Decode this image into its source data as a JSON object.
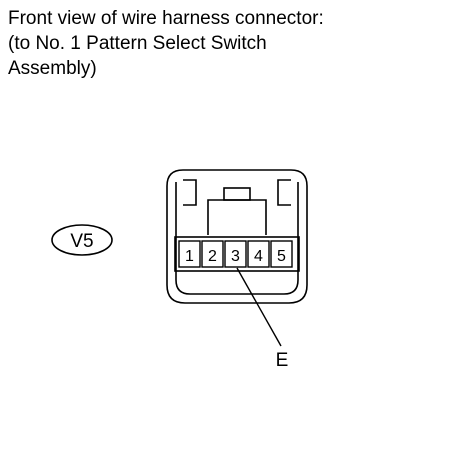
{
  "caption": {
    "line1": "Front view of wire harness connector:",
    "line2": "(to No. 1 Pattern Select Switch",
    "line3": "Assembly)"
  },
  "connector": {
    "code": "V5",
    "pins": [
      "1",
      "2",
      "3",
      "4",
      "5"
    ],
    "callout_label": "E"
  }
}
